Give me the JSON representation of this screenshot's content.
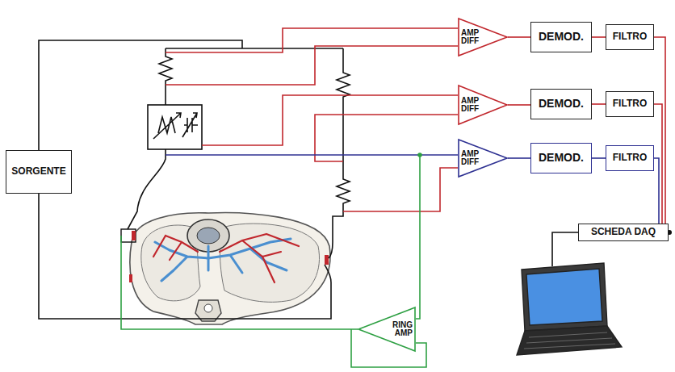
{
  "diagram": {
    "nodes": [
      {
        "text": [
          "AMP DIFF"
        ]
      },
      {
        "text": [
          "DEMOD."
        ]
      },
      {
        "text": [
          "FILTRO"
        ]
      },
      {
        "text": [
          "AMP DIFF"
        ]
      },
      {
        "text": [
          "DEMOD."
        ]
      },
      {
        "text": [
          "FILTRO"
        ]
      },
      {
        "text": [
          "SORGENTE"
        ]
      },
      {
        "text": [
          "AMP DIFF"
        ]
      },
      {
        "text": [
          "DEMOD."
        ]
      },
      {
        "text": [
          "FILTRO"
        ]
      },
      {
        "text": [
          "SCHEDA DAQ"
        ]
      },
      {
        "text": [
          "RING AMP"
        ]
      }
    ],
    "edges": [
      {
        "from": 0,
        "to": 1,
        "arrow": "none"
      },
      {
        "from": 1,
        "to": 2,
        "arrow": "none"
      },
      {
        "from": 3,
        "to": 4,
        "arrow": "none"
      },
      {
        "from": 4,
        "to": 5,
        "arrow": "none"
      },
      {
        "from": 7,
        "to": 8,
        "arrow": "none"
      },
      {
        "from": 8,
        "to": 9,
        "arrow": "none"
      },
      {
        "from": 2,
        "to": 10,
        "arrow": "none"
      },
      {
        "from": 5,
        "to": 10,
        "arrow": "none"
      },
      {
        "from": 9,
        "to": 10,
        "arrow": "none"
      }
    ]
  }
}
